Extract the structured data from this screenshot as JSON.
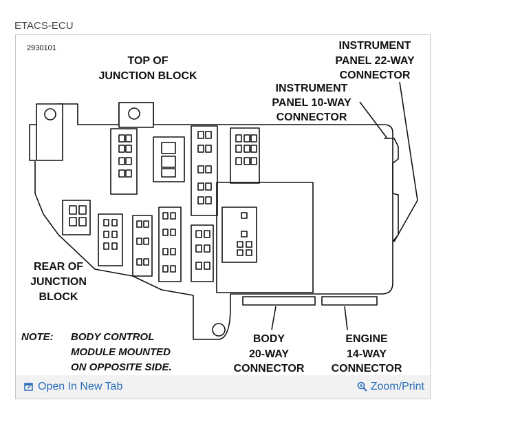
{
  "caption": "ETACS-ECU",
  "figure": {
    "id_number": "2930101",
    "labels": {
      "top_line1": "TOP OF",
      "top_line2": "JUNCTION BLOCK",
      "rear_line1": "REAR OF",
      "rear_line2": "JUNCTION",
      "rear_line3": "BLOCK",
      "ip22_line1": "INSTRUMENT",
      "ip22_line2": "PANEL 22-WAY",
      "ip22_line3": "CONNECTOR",
      "ip10_line1": "INSTRUMENT",
      "ip10_line2": "PANEL 10-WAY",
      "ip10_line3": "CONNECTOR",
      "body_line1": "BODY",
      "body_line2": "20-WAY",
      "body_line3": "CONNECTOR",
      "engine_line1": "ENGINE",
      "engine_line2": "14-WAY",
      "engine_line3": "CONNECTOR",
      "note_label": "NOTE:",
      "note_line1": "BODY CONTROL",
      "note_line2": "MODULE MOUNTED",
      "note_line3": "ON OPPOSITE SIDE."
    }
  },
  "footer": {
    "open_tab_label": "Open In New Tab",
    "zoom_label": "Zoom/Print",
    "link_color": "#2a6ebb"
  }
}
